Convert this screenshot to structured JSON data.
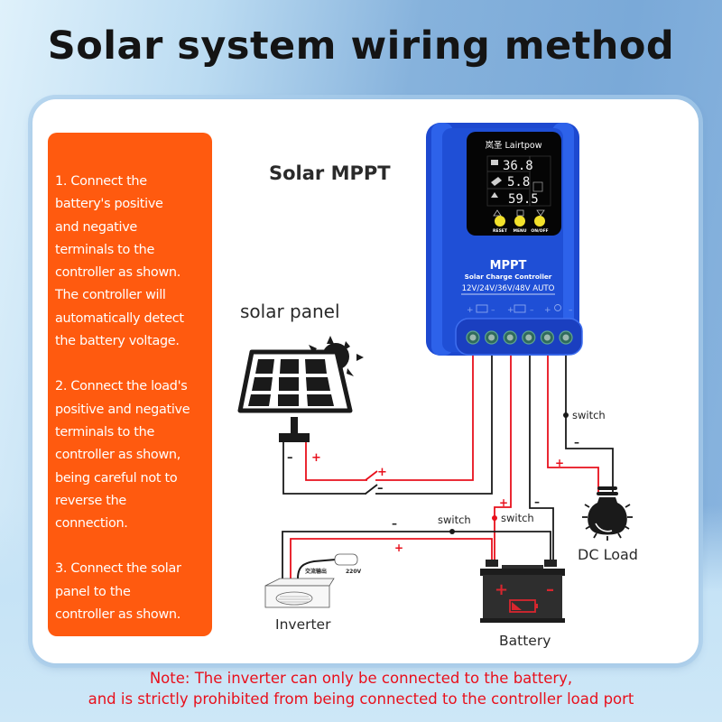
{
  "title": "Solar system wiring method",
  "steps": [
    "1. Connect the\nbattery's positive\nand negative\nterminals to the\ncontroller as shown.\nThe controller will\nautomatically detect\nthe battery voltage.",
    "2. Connect the load's\npositive and negative\nterminals to the\ncontroller as shown,\nbeing careful not to\nreverse the\nconnection.",
    "3. Connect the solar\npanel to the\ncontroller as shown."
  ],
  "labels": {
    "controller_caption": "Solar MPPT",
    "solar_panel": "solar panel",
    "inverter": "Inverter",
    "battery": "Battery",
    "dc_load": "DC Load",
    "switch": "switch",
    "plus": "+",
    "minus": "–"
  },
  "controller": {
    "brand": "岚圣 Lairtpow",
    "display": {
      "voltage": "36.8",
      "current": "5.8",
      "capacity": "59.5"
    },
    "buttons": [
      "RESET",
      "MENU",
      "ON/OFF"
    ],
    "model": "MPPT",
    "subtitle": "Solar Charge Controller",
    "voltages": "12V/24V/36V/48V AUTO",
    "terminal_count": 6
  },
  "inverter": {
    "output_label": "交流输出",
    "output_voltage": "220V"
  },
  "note": {
    "line1": "Note: The inverter can only be connected to the battery,",
    "line2": "and is strictly prohibited from being connected to the controller load port"
  },
  "colors": {
    "accent_orange": "#ff5a0f",
    "controller_blue": "#1f4fd6",
    "wire_positive": "#e8101c",
    "wire_negative": "#1a1a1a",
    "note_red": "#e8101c",
    "button_yellow": "#f2e12b"
  }
}
